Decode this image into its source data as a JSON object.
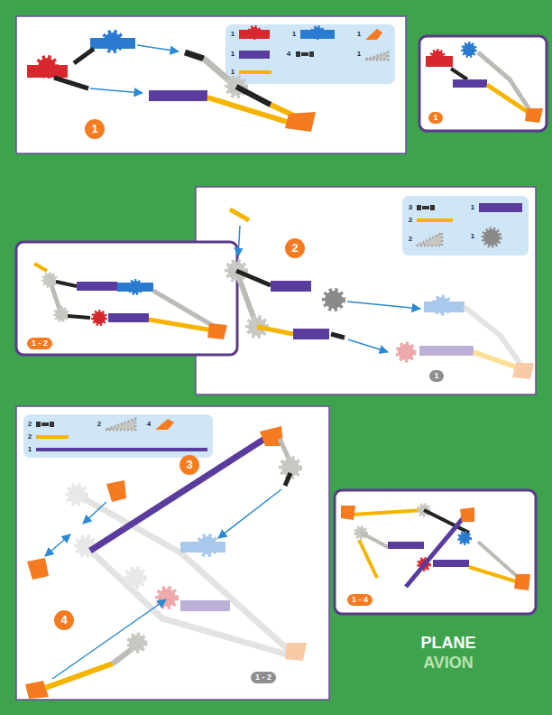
{
  "diagram": {
    "title": "PLANE",
    "labels": [
      "1",
      "1",
      "1",
      "1",
      "4",
      "1",
      "1",
      "1",
      "1",
      "3",
      "1",
      "2",
      "2",
      "1",
      "2",
      "1",
      "1 - 2",
      "2",
      "2",
      "4",
      "2",
      "1",
      "3",
      "4",
      "1 - 2",
      "1 - 4",
      "AVION"
    ]
  }
}
